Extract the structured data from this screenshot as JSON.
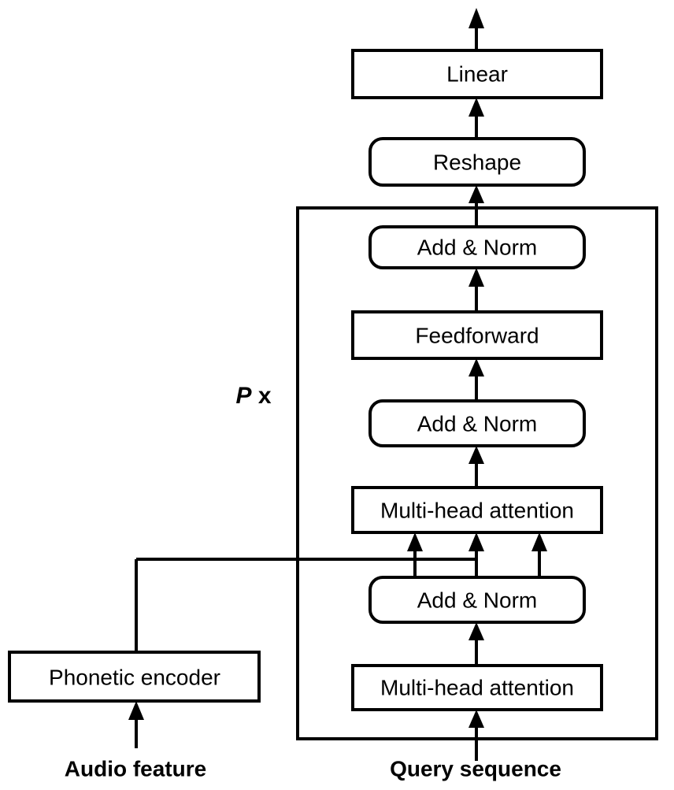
{
  "blocks": {
    "linear": "Linear",
    "reshape": "Reshape",
    "add_norm_top": "Add & Norm",
    "feedforward": "Feedforward",
    "add_norm_mid": "Add & Norm",
    "cross_attention": "Multi-head attention",
    "add_norm_low": "Add & Norm",
    "self_attention": "Multi-head attention",
    "phonetic_encoder": "Phonetic encoder"
  },
  "inputs": {
    "audio_feature": "Audio feature",
    "query_sequence": "Query sequence"
  },
  "repeat": {
    "symbol": "P",
    "suffix": " x"
  }
}
